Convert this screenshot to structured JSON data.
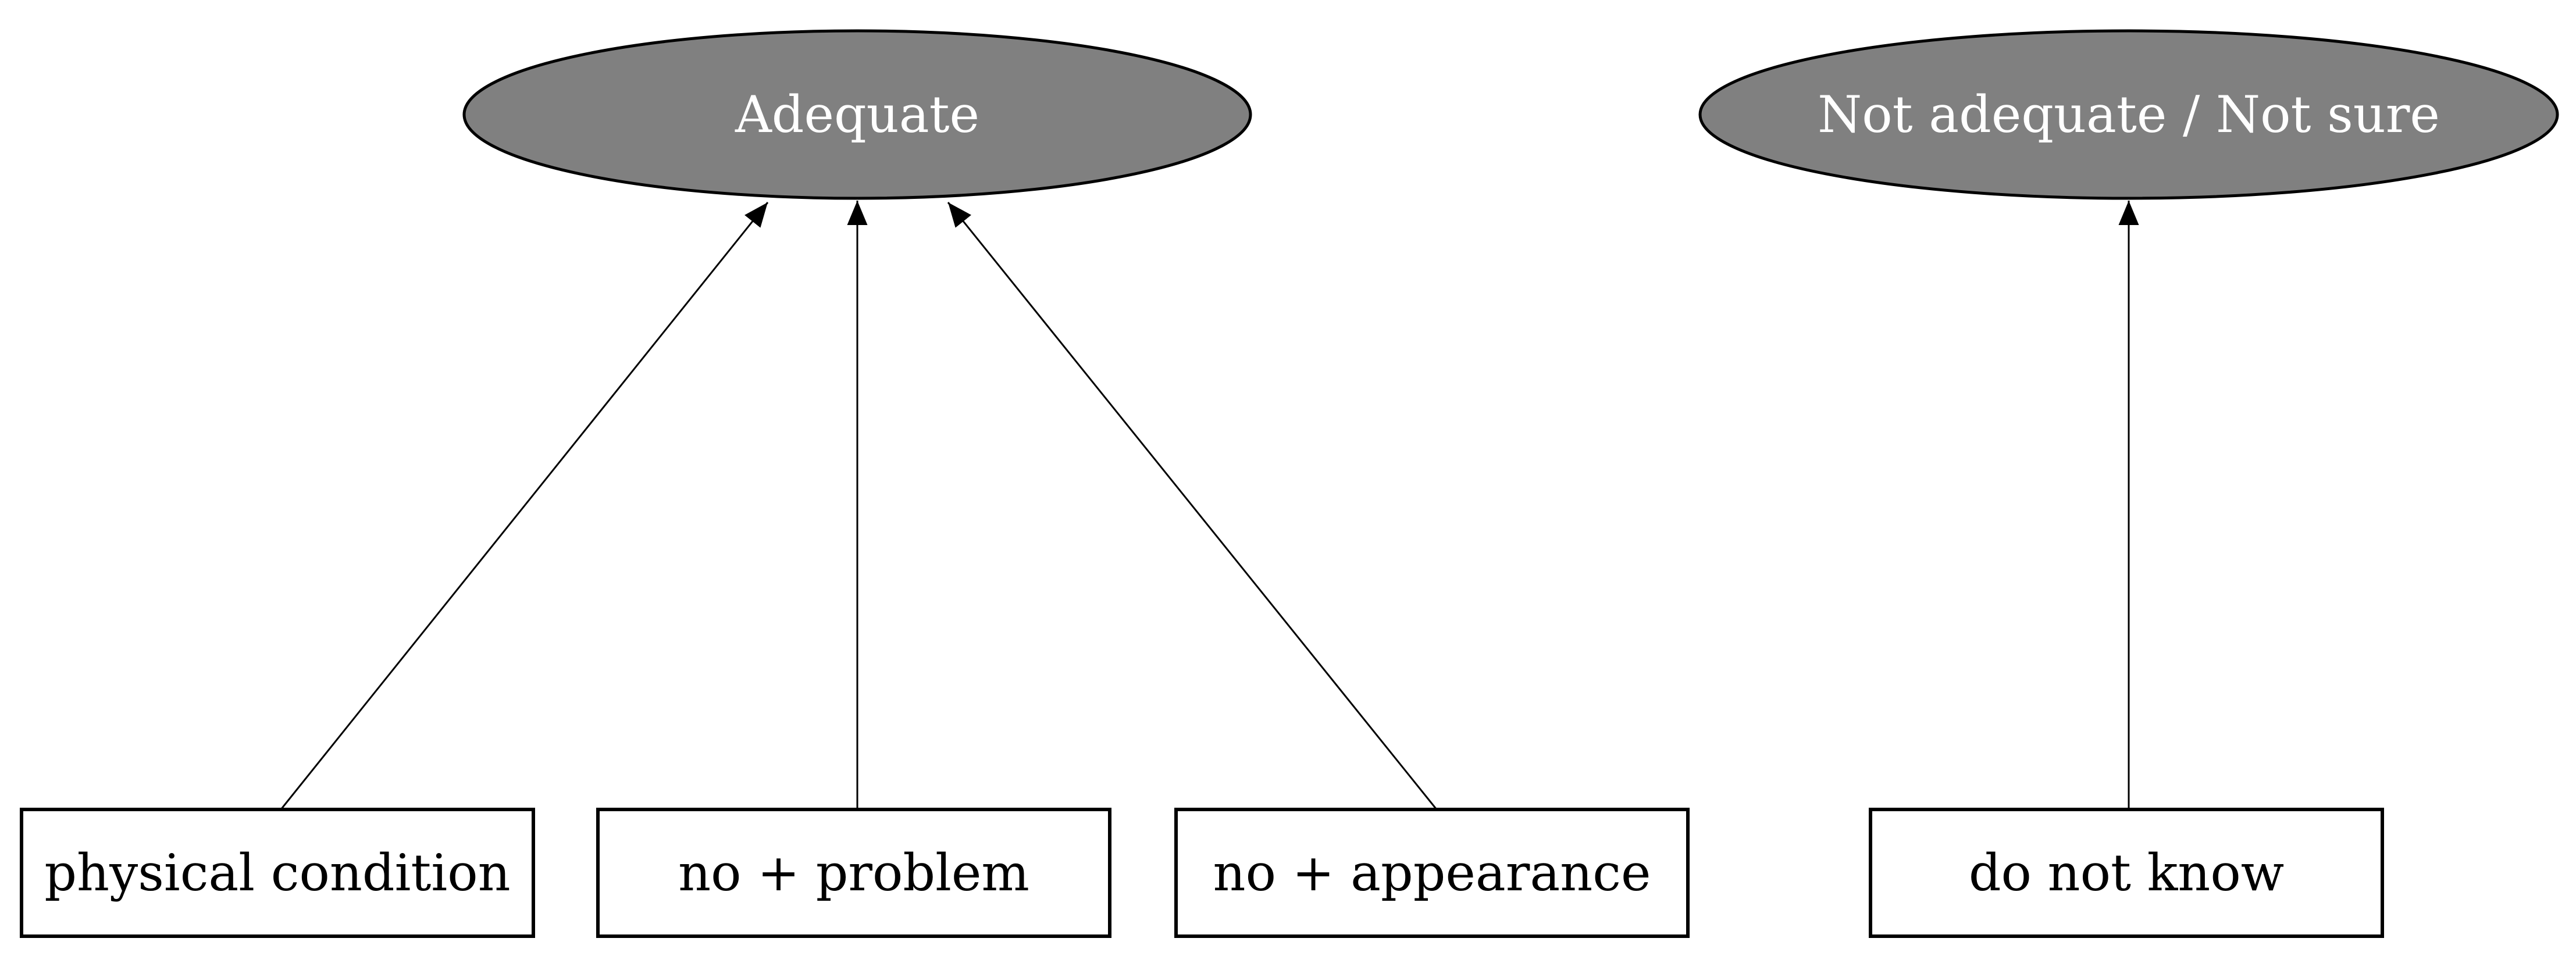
{
  "diagram": {
    "ovals": {
      "adequate": {
        "label": "Adequate",
        "fill": "#808080"
      },
      "not_adequate": {
        "label": "Not adequate / Not sure",
        "fill": "#808080"
      }
    },
    "boxes": {
      "physical_condition": {
        "label": "physical condition"
      },
      "no_problem": {
        "label": "no + problem"
      },
      "no_appearance": {
        "label": "no + appearance"
      },
      "do_not_know": {
        "label": "do not know"
      }
    },
    "edges": [
      {
        "from": "physical condition",
        "to": "Adequate"
      },
      {
        "from": "no + problem",
        "to": "Adequate"
      },
      {
        "from": "no + appearance",
        "to": "Adequate"
      },
      {
        "from": "do not know",
        "to": "Not adequate / Not sure"
      }
    ]
  }
}
